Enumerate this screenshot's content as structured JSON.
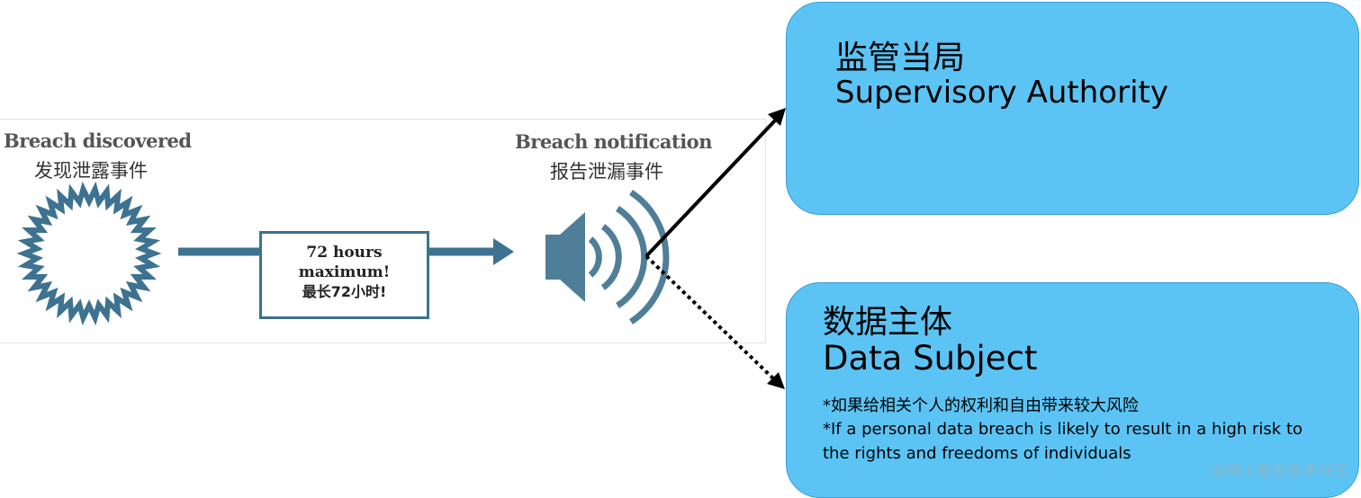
{
  "left_panel": {
    "discovered_en": "Breach discovered",
    "discovered_cn": "发现泄露事件",
    "timebox_line1": "72 hours",
    "timebox_line2": "maximum!",
    "timebox_line3": "最长72小时!",
    "notification_en": "Breach notification",
    "notification_cn": "报告泄漏事件"
  },
  "supervisory": {
    "title_cn": "监管当局",
    "title_en": "Supervisory Authority"
  },
  "data_subject": {
    "title_cn": "数据主体",
    "title_en": "Data Subject",
    "note_cn": "*如果给相关个人的权利和自由带来较大风险",
    "note_en_1": "*If a personal data breach is likely to result in a high risk to",
    "note_en_2": "the rights and freedoms of individuals"
  },
  "watermark": "@稀土掘金技术社区",
  "colors": {
    "teal": "#3d7290",
    "card_blue": "#5bc4f5",
    "speaker": "#4f7f98"
  },
  "icons": [
    "burst-ring-icon",
    "speaker-icon"
  ]
}
